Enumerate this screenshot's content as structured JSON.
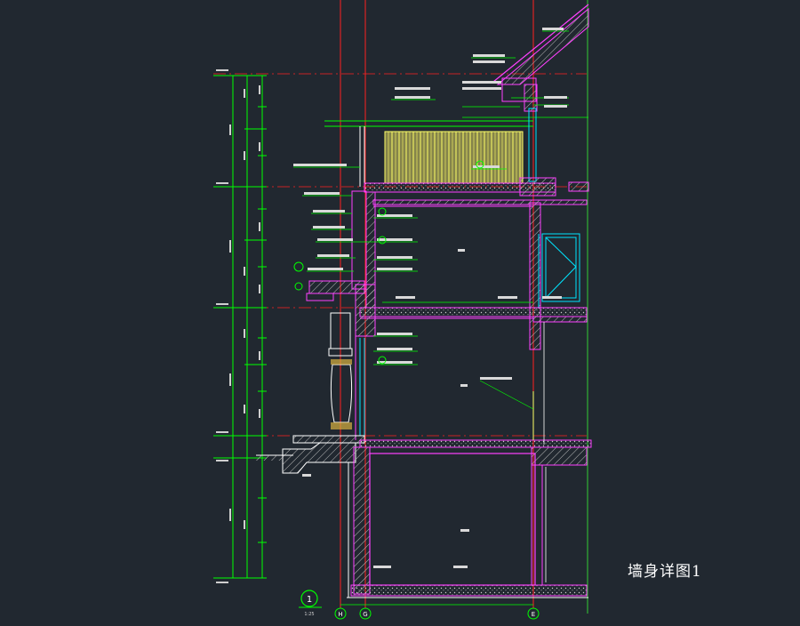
{
  "drawing": {
    "title": "墙身详图1",
    "detail_number": "1",
    "detail_scale": "1:25",
    "axis_labels": [
      "H",
      "G",
      "E"
    ],
    "palette": {
      "background": "#212830",
      "dimension": "#00ff00",
      "axis": "#ff2020",
      "wall": "#ff40ff",
      "railing": "#ffff66",
      "fill": "#d8d060",
      "window": "#00e5ff",
      "text": "#e6e6e6",
      "hatch": "#c8c8c8"
    }
  }
}
